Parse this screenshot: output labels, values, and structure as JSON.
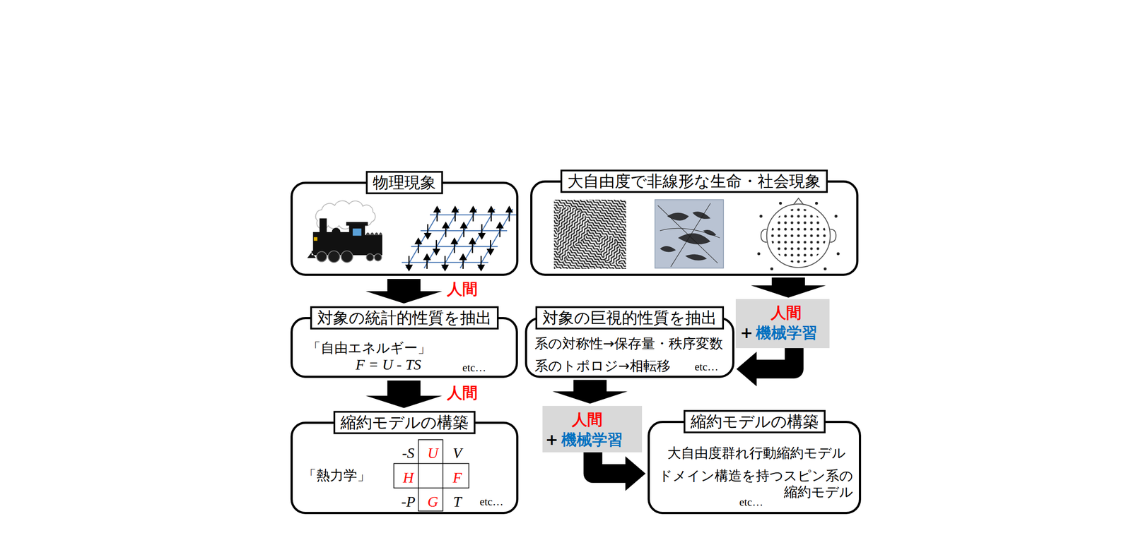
{
  "diagram": {
    "nodes": [
      {
        "text": [
          "物理現象"
        ]
      },
      {
        "text": [
          "対象の統計的性質を抽出",
          "「自由エネルギー」",
          "F = U - TS",
          "etc…"
        ]
      },
      {
        "text": [
          "縮約モデルの構築",
          "「熱力学」",
          "-S",
          "U",
          "V",
          "H",
          "F",
          "-P",
          "G",
          "T",
          "etc…"
        ]
      },
      {
        "text": [
          "大自由度で非線形な生命・社会現象"
        ]
      },
      {
        "text": [
          "人間",
          "+",
          "機械学習"
        ]
      },
      {
        "text": [
          "対象の巨視的性質を抽出",
          "系の対称性→保存量・秩序変数",
          "系のトポロジ→相転移",
          "etc…"
        ]
      },
      {
        "text": [
          "人間",
          "+",
          "機械学習"
        ]
      },
      {
        "text": [
          "縮約モデルの構築",
          "大自由度群れ行動縮約モデル",
          "ドメイン構造を持つスピン系の 縮約モデル",
          "etc…"
        ]
      }
    ],
    "edges": [
      {
        "from": 0,
        "to": 1,
        "arrow": "to",
        "label": "人間"
      },
      {
        "from": 1,
        "to": 2,
        "arrow": "to",
        "label": "人間"
      },
      {
        "from": 3,
        "to": 4,
        "arrow": "to"
      },
      {
        "from": 4,
        "to": 5,
        "arrow": "to"
      },
      {
        "from": 5,
        "to": 6,
        "arrow": "to"
      },
      {
        "from": 6,
        "to": 7,
        "arrow": "to"
      }
    ]
  }
}
